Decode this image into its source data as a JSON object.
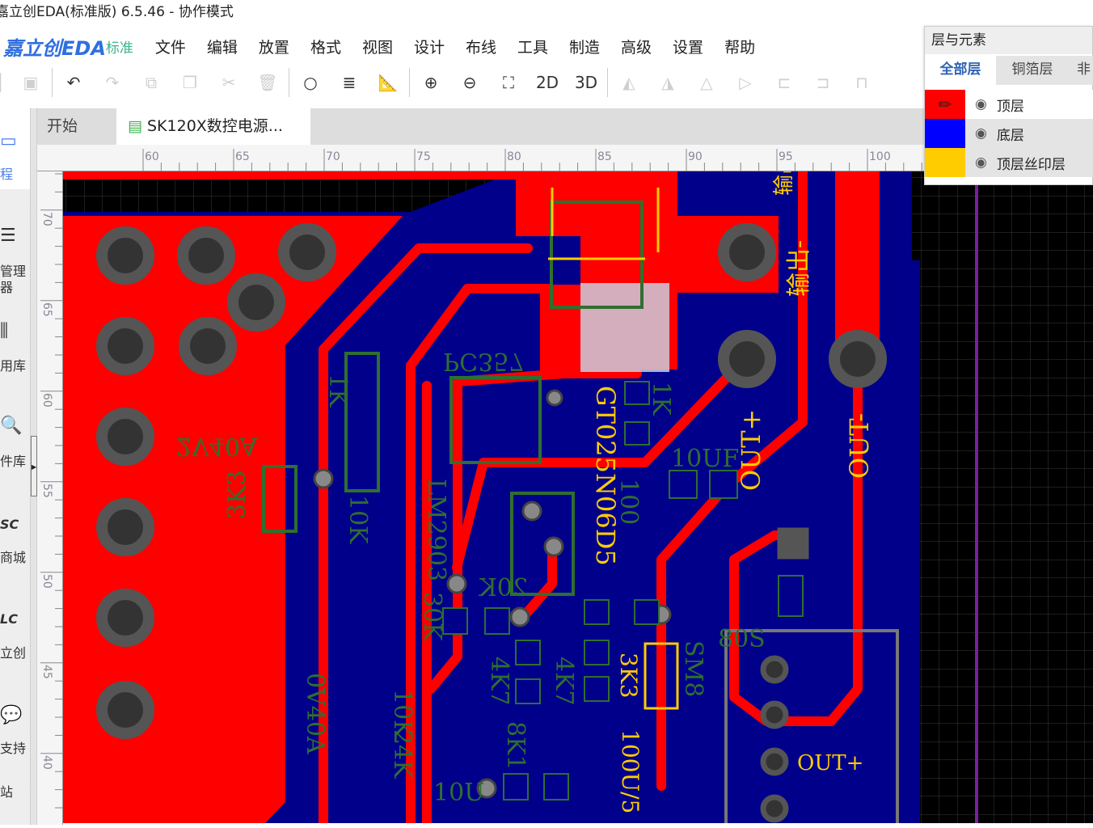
{
  "window": {
    "title": "嘉立创EDA(标准版) 6.5.46 - 协作模式"
  },
  "menu": {
    "logo": "嘉立创EDA",
    "logo_sub": "标准",
    "items": [
      "文件",
      "编辑",
      "放置",
      "格式",
      "视图",
      "设计",
      "布线",
      "工具",
      "制造",
      "高级",
      "设置",
      "帮助"
    ]
  },
  "toolbar": {
    "view2d": "2D",
    "view3d": "3D"
  },
  "tabs": [
    {
      "label": "开始"
    },
    {
      "label": "SK120X数控电源..."
    }
  ],
  "sidebar": {
    "items": [
      "程",
      "管理",
      "器",
      "用库",
      "件库",
      "商城",
      "立创",
      "支持",
      "站"
    ]
  },
  "ruler": {
    "top": [
      "60",
      "65",
      "70",
      "75",
      "80",
      "85",
      "90",
      "95",
      "100"
    ],
    "left": [
      "70",
      "65",
      "60",
      "55",
      "50",
      "45",
      "40"
    ]
  },
  "layers_panel": {
    "title": "层与元素",
    "tabs": [
      "全部层",
      "铜箔层",
      "非"
    ],
    "rows": [
      {
        "name": "顶层",
        "color": "#ff0000"
      },
      {
        "name": "底层",
        "color": "#0000ff"
      },
      {
        "name": "顶层丝印层",
        "color": "#ffcc00"
      }
    ]
  },
  "pcb": {
    "labels": {
      "mosfet": "GT025N06D5",
      "out_plus": "OUT+",
      "out_minus": "OUT-",
      "out_plus2": "OUT+",
      "out_label": "输出-",
      "out_label2": "输出",
      "cap": "10UF",
      "r1": "3K3",
      "r2": "10K",
      "r3": "20K",
      "r4": "10K",
      "r5": "30K",
      "r6": "3K3",
      "r7": "100U/5",
      "r8": "4K7",
      "r9": "4K7",
      "r10": "8K1",
      "r11": "10U",
      "r12": "24K",
      "opto": "PC357",
      "ic": "LM2903",
      "v": "2V40A",
      "v2": "0V40A",
      "sm": "SM8",
      "d": "80S",
      "r13": "1K",
      "r14": "1K",
      "r15": "100"
    }
  },
  "colors": {
    "top": "#ff0000",
    "bottom": "#0000ff",
    "silk": "#ffcc00",
    "accent": "#2f6fe0"
  }
}
